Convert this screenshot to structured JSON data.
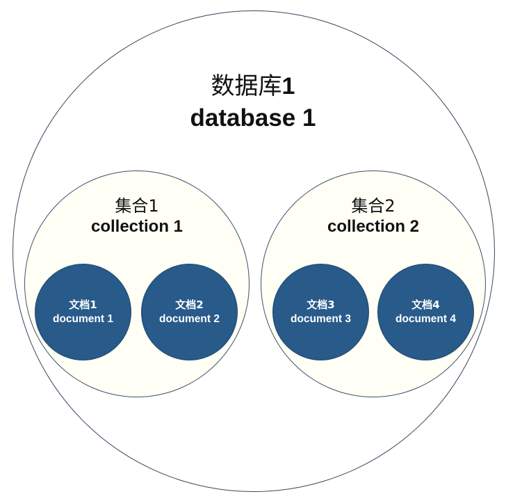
{
  "diagram": {
    "title": "MongoDB database / collection / document hierarchy",
    "colors": {
      "database_stroke": "#34475c",
      "database_fill": "#ffffff",
      "collection_stroke": "#3b5068",
      "collection_fill": "#fffff5",
      "document_fill": "#285a8a",
      "document_text": "#ffffff",
      "label_text": "#111111"
    },
    "database": {
      "label_zh": "数据库",
      "label_zh_num": "1",
      "label_en": "database 1"
    },
    "collections": [
      {
        "label_zh": "集合1",
        "label_en": "collection 1",
        "documents": [
          {
            "label_zh": "文档1",
            "label_en": "document 1"
          },
          {
            "label_zh": "文档2",
            "label_en": "document 2"
          }
        ]
      },
      {
        "label_zh": "集合2",
        "label_en": "collection 2",
        "documents": [
          {
            "label_zh": "文档3",
            "label_en": "document 3"
          },
          {
            "label_zh": "文档4",
            "label_en": "document 4"
          }
        ]
      }
    ]
  }
}
